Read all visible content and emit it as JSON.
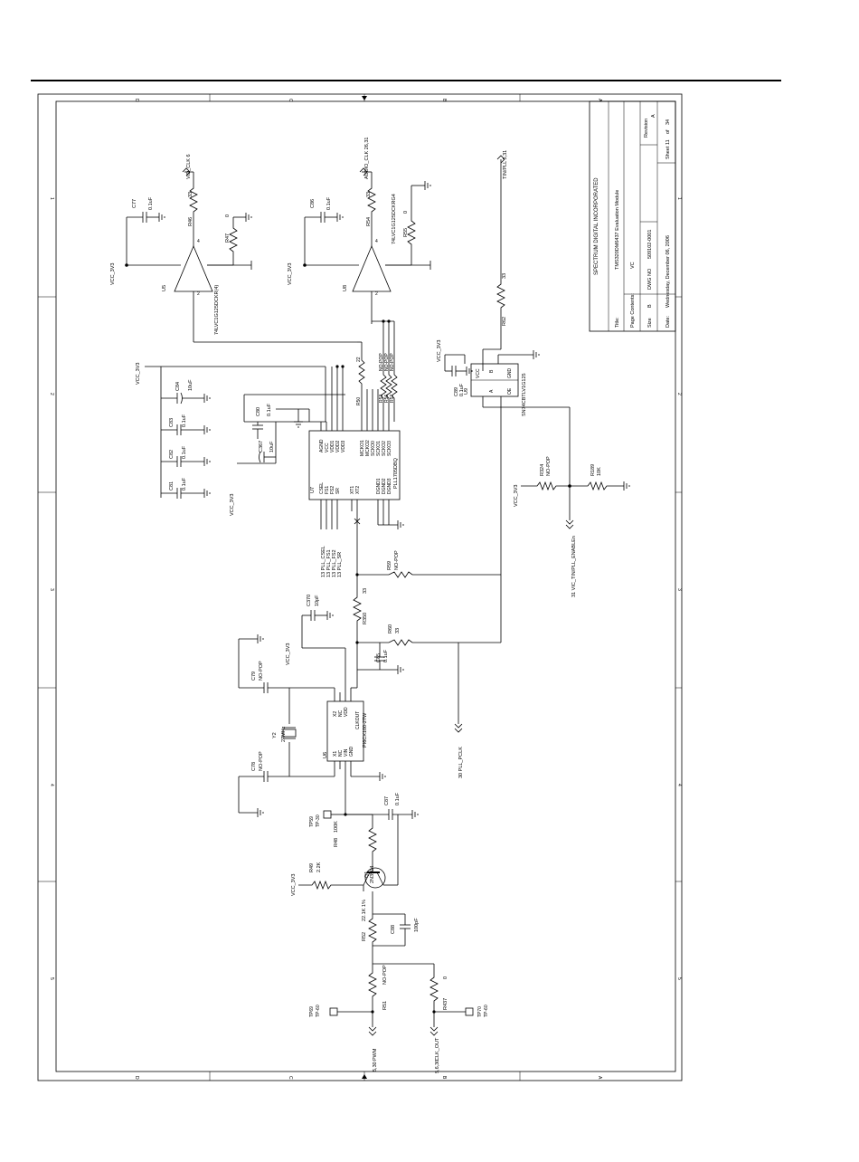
{
  "title_block": {
    "company": "SPECTRUM DIGITAL INCORPORATED",
    "title_label": "Title:",
    "title": "TMS320DM6437 Evaluation Module",
    "page_contents_label": "Page Contents:",
    "page_contents": "VC",
    "size_label": "Size",
    "size": "B",
    "dwg_label": "DWG NO",
    "dwg_no": "509102-0001",
    "revision_label": "Revision",
    "revision": "A",
    "date_label": "Date:",
    "date": "Wednesday, December 06, 2006",
    "sheet_label": "Sheet",
    "sheet": "11",
    "of_label": "of",
    "sheets_total": "34"
  },
  "border_letters": [
    "D",
    "C",
    "B",
    "A"
  ],
  "border_numbers": [
    "1",
    "2",
    "3",
    "4",
    "5"
  ],
  "nets": {
    "vid_clk": "VID_CLK  6",
    "audio_clk": "AUDIO_CLK  26,31",
    "tin_pll": "TIN/PLL    5,31",
    "pll_pclk": "30  PLL_PCLK",
    "vic_enable": "31  VIC_TIN/PLL_ENABLEn",
    "pll_csel": "13  PLL_CSEL",
    "pll_fs1": "13  PLL_FS1",
    "pll_fs2": "13  PLL_FS2",
    "pll_sr": "13  PLL_SR",
    "pwm": "PWM",
    "pwm_pages": "5,30",
    "clk_out": "CLK_OUT",
    "clk_out_pages": "5,6,30",
    "vcc": "VCC_3V3"
  },
  "parts": {
    "u5": {
      "ref": "U5",
      "part": "74LVC1G125DCKR(4)",
      "pin4": "4",
      "pin2": "2"
    },
    "u8": {
      "ref": "U8",
      "part": "74LVC1G125DCKRG4",
      "pin4": "4",
      "pin2": "2"
    },
    "u7": {
      "ref": "U7",
      "part": "PLL1705DBQ",
      "pins_left": [
        "CSEL",
        "FS1",
        "FS2",
        "SR",
        "",
        "XT1",
        "XT2"
      ],
      "pins_right_top": [
        "AGND",
        "VCC",
        "VDD1",
        "VDD2",
        "VDD3"
      ],
      "pins_right_mid": [
        "MCKO1",
        "MCKO2",
        "SCKO0",
        "SCKO1",
        "SCKO2",
        "SCKO3"
      ],
      "pins_right_bot": [
        "DGND1",
        "DGND2",
        "DGND3"
      ]
    },
    "u6": {
      "ref": "U6",
      "part": "PI6CX100-27W",
      "pins_left": [
        "X1",
        "NC",
        "VIN",
        "GND"
      ],
      "pins_right": [
        "X2",
        "NC",
        "VDD",
        "CLKOUT"
      ]
    },
    "u9": {
      "ref": "U9",
      "part": "SN74CBTLV1G125",
      "pins": [
        "VCC",
        "B",
        "GND",
        "A",
        "OE"
      ]
    },
    "y2": {
      "ref": "Y2",
      "value": "27MHz"
    },
    "q1": {
      "ref": "Q1",
      "value": "2N3904"
    },
    "tp59": {
      "ref": "TP59",
      "value": "TP-30"
    },
    "tp69": {
      "ref": "TP69",
      "value": "TP-60"
    },
    "tp70": {
      "ref": "TP70",
      "value": "TP-60"
    }
  },
  "caps": [
    {
      "ref": "C77",
      "value": "0.1uF"
    },
    {
      "ref": "C86",
      "value": "0.1uF"
    },
    {
      "ref": "C84",
      "value": "10uF"
    },
    {
      "ref": "C83",
      "value": "0.1uF"
    },
    {
      "ref": "C82",
      "value": "0.1uF"
    },
    {
      "ref": "C81",
      "value": "0.1uF"
    },
    {
      "ref": "C80",
      "value": "0.1uF"
    },
    {
      "ref": "C367",
      "value": "10uF"
    },
    {
      "ref": "C89",
      "value": "0.1uF"
    },
    {
      "ref": "C85",
      "value": "0.1uF"
    },
    {
      "ref": "C370",
      "value": "10pF"
    },
    {
      "ref": "C79",
      "value": "NO-POP"
    },
    {
      "ref": "C78",
      "value": "NO-POP"
    },
    {
      "ref": "C87",
      "value": "0.1uF"
    },
    {
      "ref": "C88",
      "value": "100pF"
    }
  ],
  "resistors": [
    {
      "ref": "R46",
      "value": "33"
    },
    {
      "ref": "R47",
      "value": "0"
    },
    {
      "ref": "R54",
      "value": "33"
    },
    {
      "ref": "R55",
      "value": "0"
    },
    {
      "ref": "R50",
      "value": "22"
    },
    {
      "ref": "R53",
      "value": "NO-POP"
    },
    {
      "ref": "R56",
      "value": "NO-POP"
    },
    {
      "ref": "R57",
      "value": "NO-POP"
    },
    {
      "ref": "R62",
      "value": "33"
    },
    {
      "ref": "R324",
      "value": "NO-POP"
    },
    {
      "ref": "R189",
      "value": "10K"
    },
    {
      "ref": "R59",
      "value": "NO-POP"
    },
    {
      "ref": "R350",
      "value": "33"
    },
    {
      "ref": "R60",
      "value": "33"
    },
    {
      "ref": "R48",
      "value": "100K"
    },
    {
      "ref": "R49",
      "value": "2.2K"
    },
    {
      "ref": "R52",
      "value": "22.1K 1%"
    },
    {
      "ref": "R51",
      "value": "NO-POP"
    },
    {
      "ref": "R437",
      "value": "0"
    }
  ]
}
